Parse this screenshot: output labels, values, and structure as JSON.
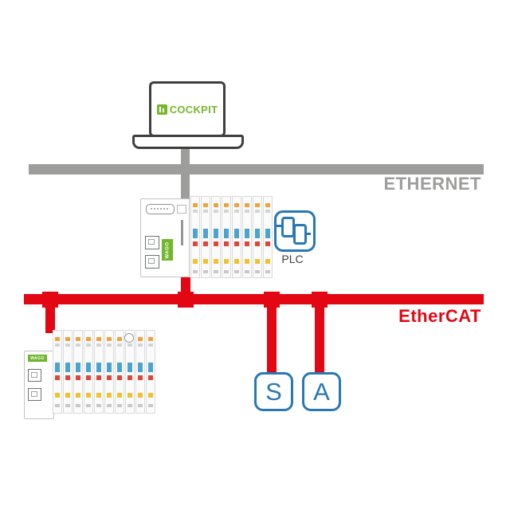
{
  "diagram": {
    "laptop": {
      "logo_text": "COCKPIT",
      "logo_color": "#76b82a"
    },
    "buses": {
      "ethernet": {
        "label": "ETHERNET",
        "color": "#9d9d9c"
      },
      "ethercat": {
        "label": "EtherCAT",
        "color": "#e30613"
      }
    },
    "plc_symbol": {
      "label": "PLC",
      "color": "#2878b5"
    },
    "nodes": [
      {
        "id": "s",
        "label": "S"
      },
      {
        "id": "a",
        "label": "A"
      }
    ],
    "devices": {
      "controller": {
        "brand": "WAGO",
        "module_count": "8"
      },
      "io_station": {
        "brand": "WAGO",
        "module_count": "10"
      }
    }
  }
}
